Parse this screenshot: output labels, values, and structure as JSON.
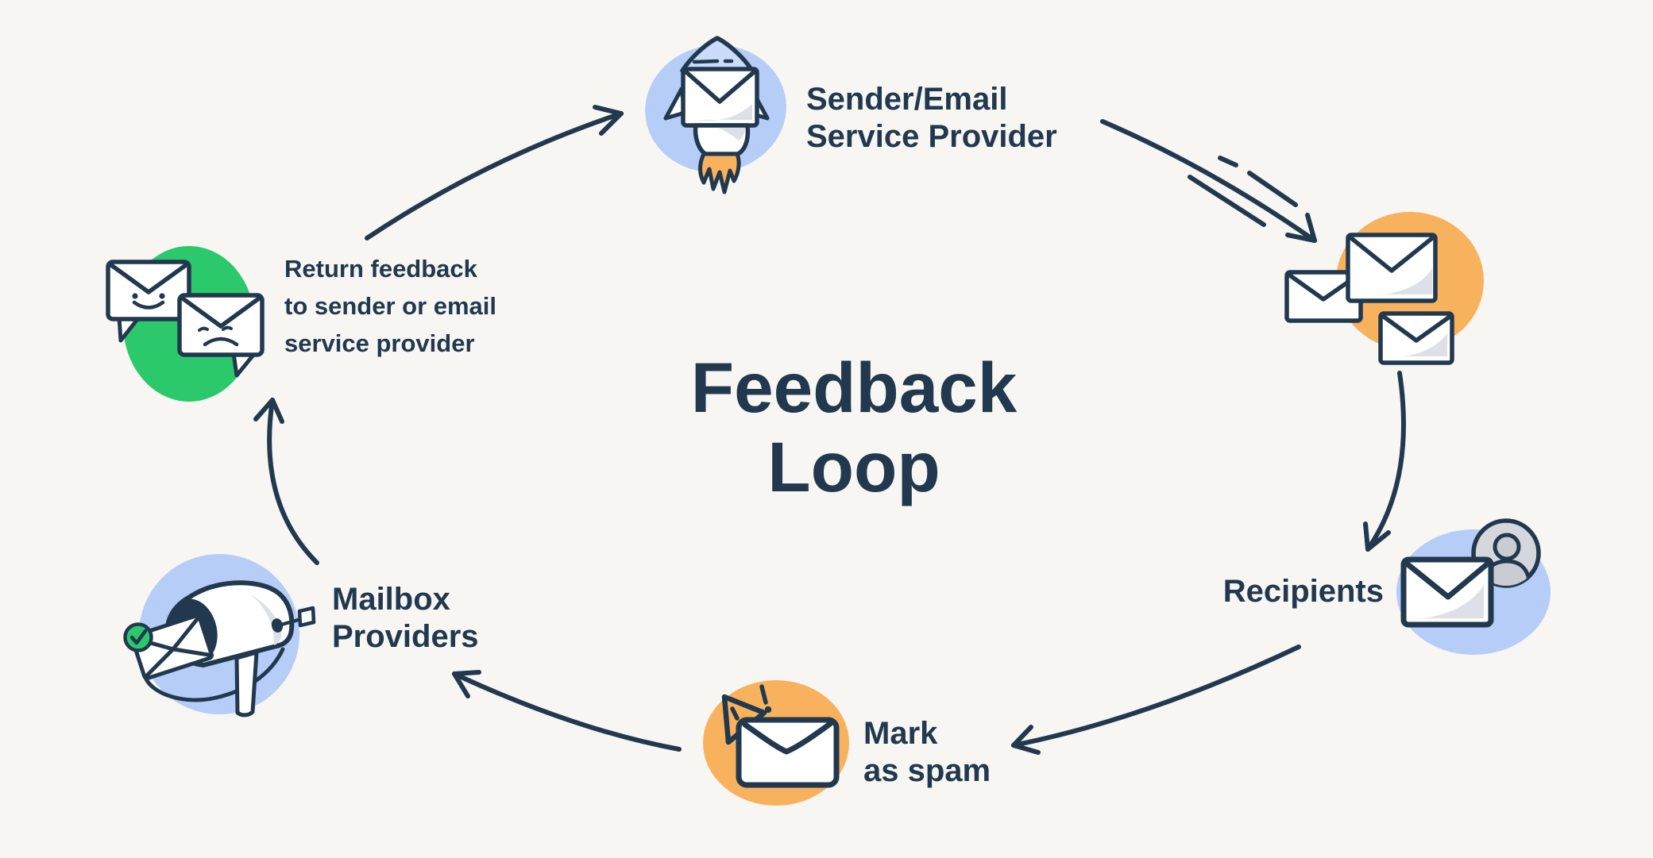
{
  "diagram": {
    "title": "Feedback\nLoop",
    "colors": {
      "bg": "#f7f6f2",
      "navy": "#21384e",
      "blue": "#b6cdf8",
      "cone": "#cbdbfa",
      "green": "#2bc96c",
      "orange": "#f8b25d",
      "shade": "#dde1e7",
      "gray": "#d4d7db",
      "gray2": "#c9ccd2"
    },
    "steps": {
      "sender": {
        "label": "Sender/Email\nService Provider"
      },
      "recipients": {
        "label": "Recipients"
      },
      "mark_as_spam": {
        "label": "Mark\nas spam"
      },
      "mailbox_providers": {
        "label": "Mailbox\nProviders"
      },
      "return_feedback": {
        "label": "Return feedback\nto sender or email\nservice provider"
      }
    }
  }
}
